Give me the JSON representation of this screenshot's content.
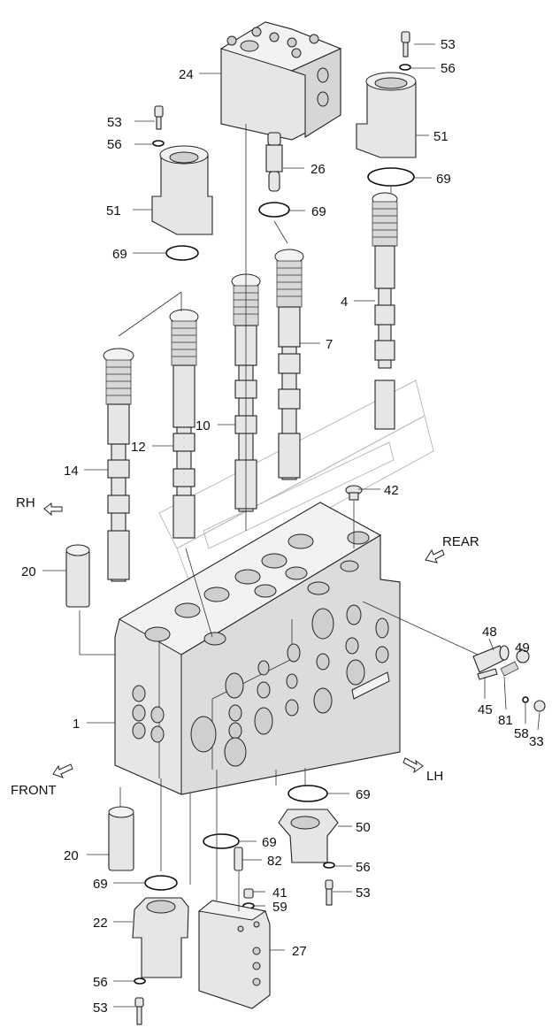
{
  "diagram": {
    "direction_labels": {
      "rh": "RH",
      "rear": "REAR",
      "front": "FRONT",
      "lh": "LH"
    },
    "callouts": [
      {
        "key": "c53a",
        "text": "53"
      },
      {
        "key": "c56a",
        "text": "56"
      },
      {
        "key": "c24",
        "text": "24"
      },
      {
        "key": "c51a",
        "text": "51"
      },
      {
        "key": "c53b",
        "text": "53"
      },
      {
        "key": "c56b",
        "text": "56"
      },
      {
        "key": "c26",
        "text": "26"
      },
      {
        "key": "c69a",
        "text": "69"
      },
      {
        "key": "c51b",
        "text": "51"
      },
      {
        "key": "c69b",
        "text": "69"
      },
      {
        "key": "c69c",
        "text": "69"
      },
      {
        "key": "c4",
        "text": "4"
      },
      {
        "key": "c7",
        "text": "7"
      },
      {
        "key": "c10",
        "text": "10"
      },
      {
        "key": "c12",
        "text": "12"
      },
      {
        "key": "c14",
        "text": "14"
      },
      {
        "key": "c42",
        "text": "42"
      },
      {
        "key": "c20a",
        "text": "20"
      },
      {
        "key": "c48",
        "text": "48"
      },
      {
        "key": "c49",
        "text": "49"
      },
      {
        "key": "c1",
        "text": "1"
      },
      {
        "key": "c45",
        "text": "45"
      },
      {
        "key": "c81",
        "text": "81"
      },
      {
        "key": "c58",
        "text": "58"
      },
      {
        "key": "c33",
        "text": "33"
      },
      {
        "key": "c69d",
        "text": "69"
      },
      {
        "key": "c50",
        "text": "50"
      },
      {
        "key": "c20b",
        "text": "20"
      },
      {
        "key": "c69e",
        "text": "69"
      },
      {
        "key": "c82",
        "text": "82"
      },
      {
        "key": "c56c",
        "text": "56"
      },
      {
        "key": "c69f",
        "text": "69"
      },
      {
        "key": "c41",
        "text": "41"
      },
      {
        "key": "c53c",
        "text": "53"
      },
      {
        "key": "c59",
        "text": "59"
      },
      {
        "key": "c22",
        "text": "22"
      },
      {
        "key": "c27",
        "text": "27"
      },
      {
        "key": "c56d",
        "text": "56"
      },
      {
        "key": "c53d",
        "text": "53"
      }
    ]
  }
}
